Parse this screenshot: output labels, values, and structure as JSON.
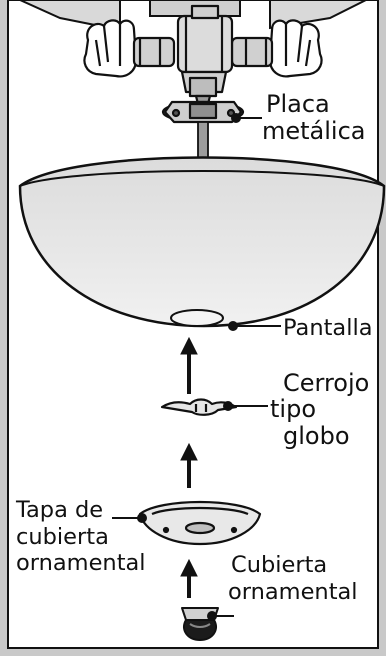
{
  "labels": {
    "placa": [
      "Placa",
      "metálica"
    ],
    "pantalla": "Pantalla",
    "cerrojo": [
      "Cerrojo",
      "tipo",
      "globo"
    ],
    "tapa": [
      "Tapa de",
      "cubierta",
      "ornamental"
    ],
    "cubierta": [
      "Cubierta",
      "ornamental"
    ]
  },
  "colors": {
    "background": "#ffffff",
    "frame_gray": "#c9c9c9",
    "glass_fill": "#e4e4e4",
    "line": "#111111"
  }
}
